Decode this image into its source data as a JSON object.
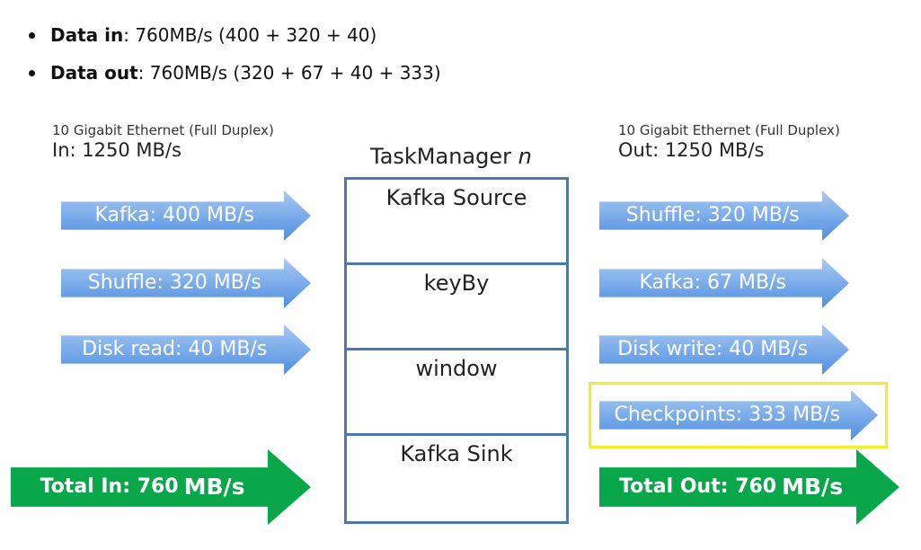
{
  "bullets": [
    {
      "label": "Data in",
      "text": ": 760MB/s (400 + 320 + 40)"
    },
    {
      "label": "Data out",
      "text": ": 760MB/s (320 + 67 + 40 + 333)"
    }
  ],
  "left_eth": {
    "sub": "10 Gigabit Ethernet (Full Duplex)",
    "main": "In: 1250 MB/s"
  },
  "right_eth": {
    "sub": "10 Gigabit Ethernet (Full Duplex)",
    "main": "Out: 1250 MB/s"
  },
  "taskmanager": {
    "title": "TaskManager ",
    "suffix": "n",
    "operators": [
      "Kafka Source",
      "keyBy",
      "window",
      "Kafka Sink"
    ]
  },
  "inputs": [
    "Kafka: 400 MB/s",
    "Shuffle: 320 MB/s",
    "Disk read: 40 MB/s"
  ],
  "outputs": [
    "Shuffle: 320 MB/s",
    "Kafka: 67 MB/s",
    "Disk write: 40 MB/s",
    "Checkpoints: 333 MB/s"
  ],
  "total_in": {
    "label": "Total In: 760",
    "unit": "MB/s"
  },
  "total_out": {
    "label": "Total Out: 760",
    "unit": "MB/s"
  },
  "colors": {
    "blue_top": "#a9c9f2",
    "blue_bottom": "#4f8fe0",
    "green": "#0aa64a",
    "box": "#4d79a8",
    "highlight": "#f2ee2a"
  }
}
